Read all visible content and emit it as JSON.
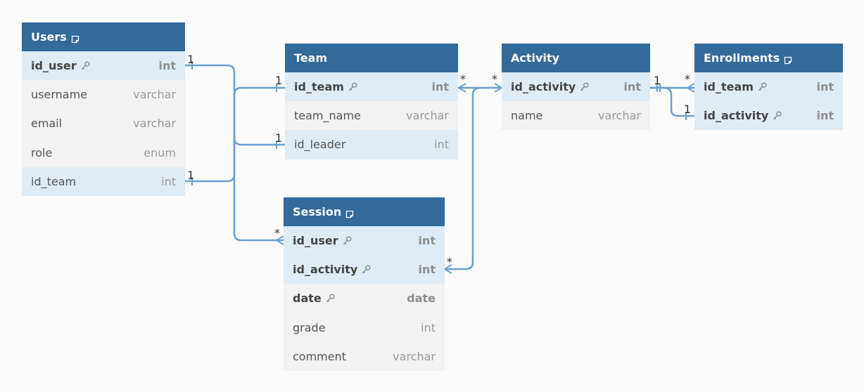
{
  "tables": {
    "users": {
      "name": "Users",
      "has_note": true,
      "fields": [
        {
          "name": "id_user",
          "type": "int",
          "pk": true,
          "key": true
        },
        {
          "name": "username",
          "type": "varchar",
          "pk": false,
          "key": false
        },
        {
          "name": "email",
          "type": "varchar",
          "pk": false,
          "key": false
        },
        {
          "name": "role",
          "type": "enum",
          "pk": false,
          "key": false
        },
        {
          "name": "id_team",
          "type": "int",
          "pk": false,
          "key": true
        }
      ]
    },
    "team": {
      "name": "Team",
      "has_note": false,
      "fields": [
        {
          "name": "id_team",
          "type": "int",
          "pk": true,
          "key": true
        },
        {
          "name": "team_name",
          "type": "varchar",
          "pk": false,
          "key": false
        },
        {
          "name": "id_leader",
          "type": "int",
          "pk": false,
          "key": true
        }
      ]
    },
    "activity": {
      "name": "Activity",
      "has_note": false,
      "fields": [
        {
          "name": "id_activity",
          "type": "int",
          "pk": true,
          "key": true
        },
        {
          "name": "name",
          "type": "varchar",
          "pk": false,
          "key": false
        }
      ]
    },
    "enrollments": {
      "name": "Enrollments",
      "has_note": true,
      "fields": [
        {
          "name": "id_team",
          "type": "int",
          "pk": true,
          "key": true
        },
        {
          "name": "id_activity",
          "type": "int",
          "pk": true,
          "key": true
        }
      ]
    },
    "session": {
      "name": "Session",
      "has_note": true,
      "fields": [
        {
          "name": "id_user",
          "type": "int",
          "pk": true,
          "key": true
        },
        {
          "name": "id_activity",
          "type": "int",
          "pk": true,
          "key": true
        },
        {
          "name": "date",
          "type": "date",
          "pk": true,
          "key": false
        },
        {
          "name": "grade",
          "type": "int",
          "pk": false,
          "key": false
        },
        {
          "name": "comment",
          "type": "varchar",
          "pk": false,
          "key": false
        }
      ]
    }
  },
  "relationships": [
    {
      "from": "users.id_user",
      "to": "team.id_leader",
      "from_card": "1",
      "to_card": "1"
    },
    {
      "from": "users.id_team",
      "to": "team.id_team",
      "from_card": "1",
      "to_card": "1"
    },
    {
      "from": "users.id_user",
      "to": "session.id_user",
      "from_card": "1",
      "to_card": "*"
    },
    {
      "from": "team.id_team",
      "to": "activity.id_activity",
      "from_card": "*",
      "to_card": "*"
    },
    {
      "from": "session.id_activity",
      "to": "activity.id_activity",
      "from_card": "*",
      "to_card": "*"
    },
    {
      "from": "activity.id_activity",
      "to": "enrollments.id_team",
      "from_card": "1",
      "to_card": "*"
    },
    {
      "from": "activity.id_activity",
      "to": "enrollments.id_activity",
      "from_card": "1",
      "to_card": "1"
    }
  ],
  "colors": {
    "header": "#326a9a",
    "key_row": "#dfecf5",
    "plain_row": "#f2f2f2",
    "link": "#6a9fd0"
  }
}
